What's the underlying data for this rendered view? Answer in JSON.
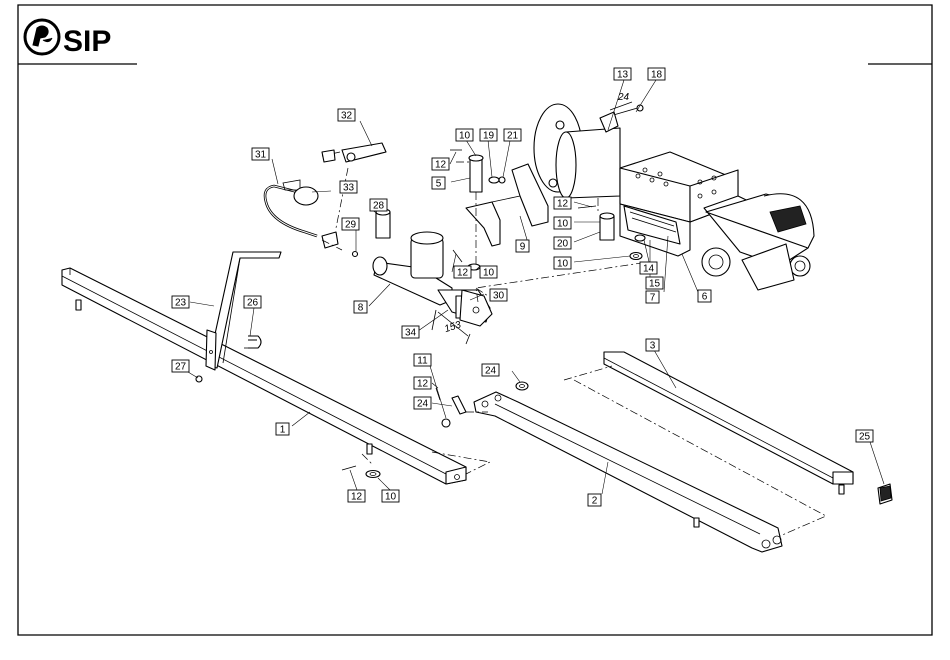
{
  "header": {
    "brand": "SIP"
  },
  "callouts": [
    {
      "id": "13",
      "label": "13"
    },
    {
      "id": "18",
      "label": "18"
    },
    {
      "id": "32",
      "label": "32"
    },
    {
      "id": "10a",
      "label": "10"
    },
    {
      "id": "19",
      "label": "19"
    },
    {
      "id": "21",
      "label": "21"
    },
    {
      "id": "31",
      "label": "31"
    },
    {
      "id": "12a",
      "label": "12"
    },
    {
      "id": "5",
      "label": "5"
    },
    {
      "id": "33",
      "label": "33"
    },
    {
      "id": "28",
      "label": "28"
    },
    {
      "id": "29",
      "label": "29"
    },
    {
      "id": "12b",
      "label": "12"
    },
    {
      "id": "10b",
      "label": "10"
    },
    {
      "id": "20",
      "label": "20"
    },
    {
      "id": "9",
      "label": "9"
    },
    {
      "id": "12c",
      "label": "12"
    },
    {
      "id": "10c",
      "label": "10"
    },
    {
      "id": "10d",
      "label": "10"
    },
    {
      "id": "14",
      "label": "14"
    },
    {
      "id": "15",
      "label": "15"
    },
    {
      "id": "7",
      "label": "7"
    },
    {
      "id": "6",
      "label": "6"
    },
    {
      "id": "8",
      "label": "8"
    },
    {
      "id": "30",
      "label": "30"
    },
    {
      "id": "34",
      "label": "34"
    },
    {
      "id": "23",
      "label": "23"
    },
    {
      "id": "26",
      "label": "26"
    },
    {
      "id": "27",
      "label": "27"
    },
    {
      "id": "11",
      "label": "11"
    },
    {
      "id": "12d",
      "label": "12"
    },
    {
      "id": "24a",
      "label": "24"
    },
    {
      "id": "24b",
      "label": "24"
    },
    {
      "id": "3",
      "label": "3"
    },
    {
      "id": "1",
      "label": "1"
    },
    {
      "id": "12e",
      "label": "12"
    },
    {
      "id": "10e",
      "label": "10"
    },
    {
      "id": "2",
      "label": "2"
    },
    {
      "id": "25",
      "label": "25"
    }
  ],
  "dimensions": [
    {
      "id": "dim-24",
      "value": "24"
    },
    {
      "id": "dim-153",
      "value": "153"
    }
  ]
}
